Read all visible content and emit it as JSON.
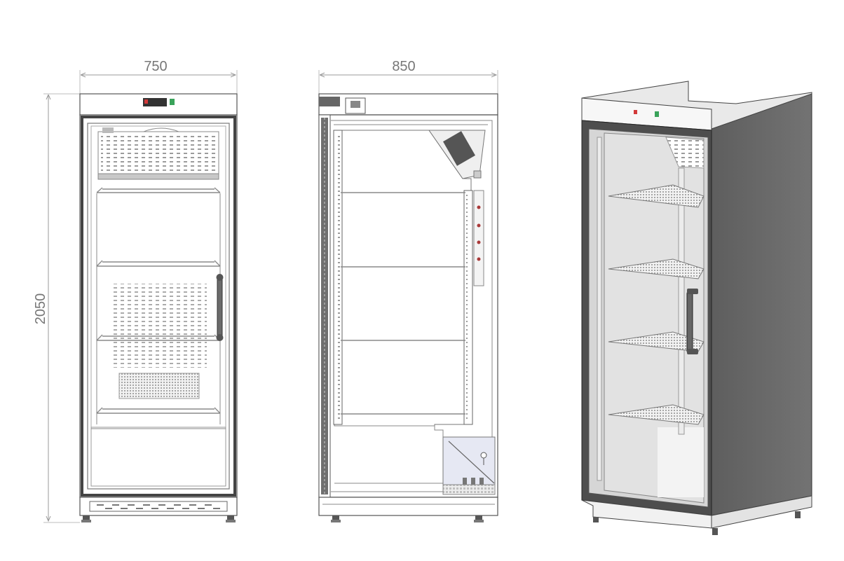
{
  "dimensions": {
    "front_width": "750",
    "side_depth": "850",
    "height": "2050"
  },
  "colors": {
    "outline": "#555555",
    "dimension": "#9a9a9a",
    "indicator_red": "#d23a3a",
    "indicator_green": "#3aa35a",
    "cabinet_side": "#6b6b6b",
    "glass": "#d6d6d6",
    "condenser": "#e6e8f3"
  }
}
